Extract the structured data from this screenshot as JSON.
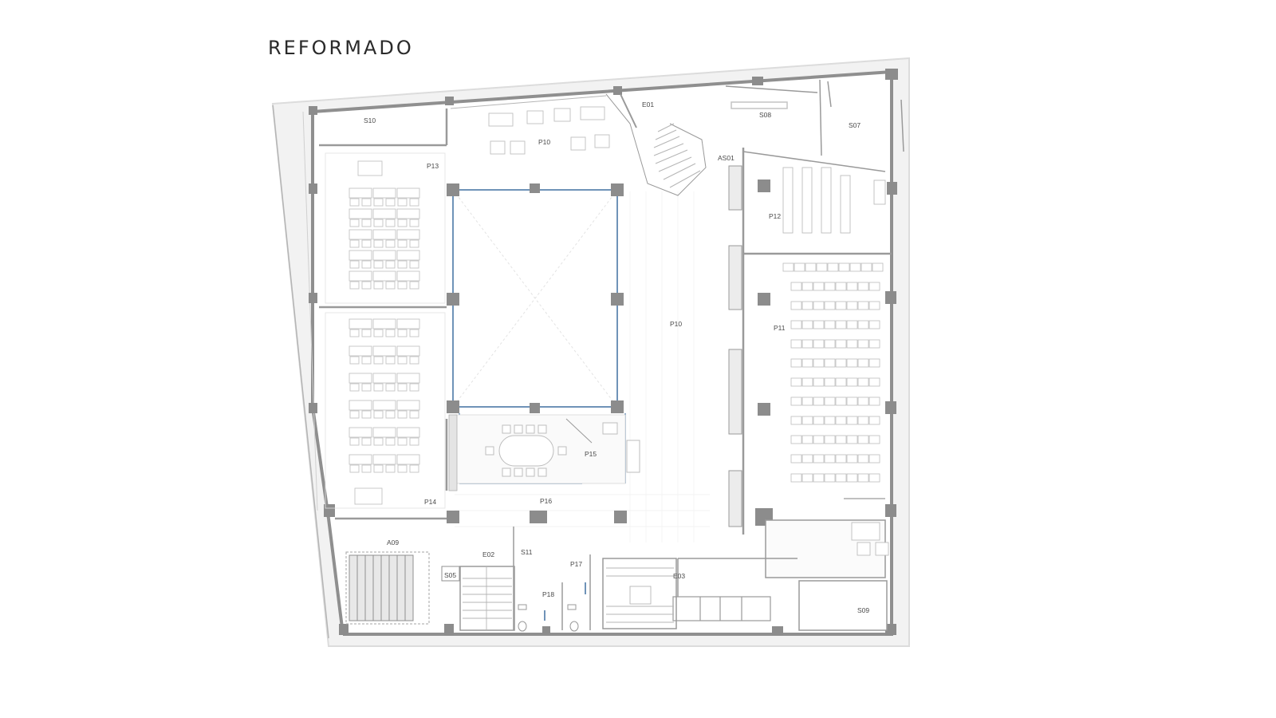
{
  "page_title": "REFORMADO",
  "rooms": {
    "S10": "S10",
    "P13": "P13",
    "P10_top": "P10",
    "E01": "E01",
    "S08": "S08",
    "S07": "S07",
    "AS01": "AS01",
    "P12": "P12",
    "P10": "P10",
    "P11": "P11",
    "P15": "P15",
    "P16": "P16",
    "P14": "P14",
    "A09": "A09",
    "E02": "E02",
    "S11": "S11",
    "P17": "P17",
    "S05": "S05",
    "P18": "P18",
    "E03": "E03",
    "S09": "S09"
  },
  "colors": {
    "wall": "#9a9a9a",
    "column": "#8c8c8c",
    "furniture": "#c4c4c4",
    "glass": "#6f93b8",
    "outer_shadow": "#ececec"
  }
}
